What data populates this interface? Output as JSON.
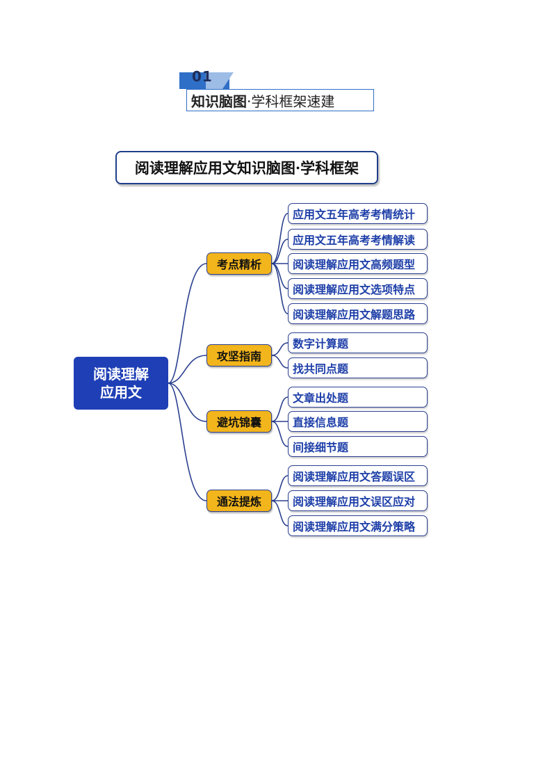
{
  "section": {
    "number": "01",
    "label_bold": "知识脑图",
    "label_rest": "·学科框架速建"
  },
  "title": "阅读理解应用文知识脑图·学科框架",
  "root": {
    "line1": "阅读理解",
    "line2": "应用文"
  },
  "branches": [
    {
      "label": "考点精析",
      "items": [
        "应用文五年高考考情统计",
        "应用文五年高考考情解读",
        "阅读理解应用文高频题型",
        "阅读理解应用文选项特点",
        "阅读理解应用文解题思路"
      ]
    },
    {
      "label": "攻坚指南",
      "items": [
        "数字计算题",
        "找共同点题"
      ]
    },
    {
      "label": "避坑锦囊",
      "items": [
        "文章出处题",
        "直接信息题",
        "间接细节题"
      ]
    },
    {
      "label": "通法提炼",
      "items": [
        "阅读理解应用文答题误区",
        "阅读理解应用文误区应对",
        "阅读理解应用文满分策略"
      ]
    }
  ],
  "colors": {
    "root": "#1e3fb5",
    "branch": "#f3b51c",
    "line": "#2a3f8f",
    "leaf_text": "#1e3fa8"
  }
}
